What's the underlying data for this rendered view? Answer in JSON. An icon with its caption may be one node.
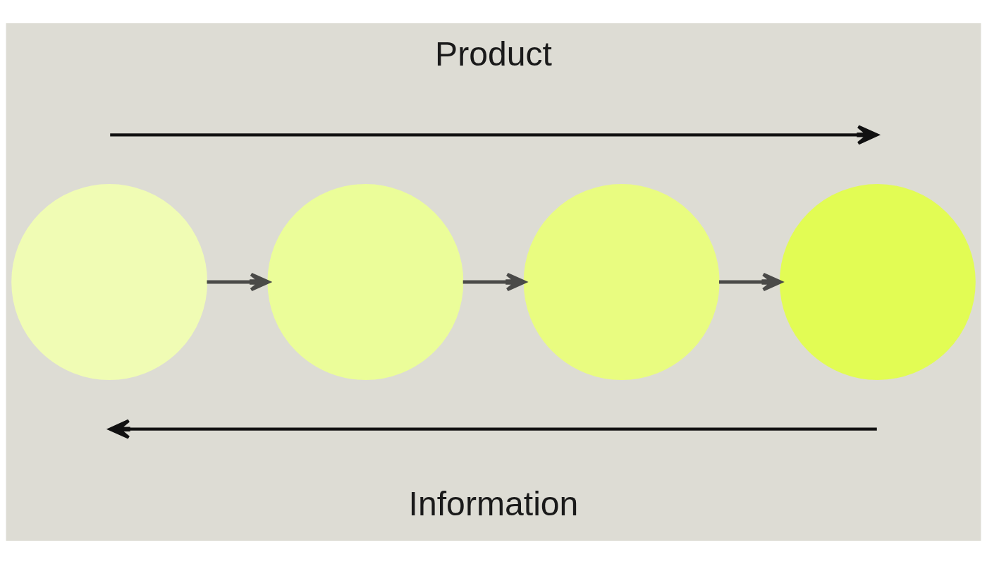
{
  "diagram": {
    "nodes": [
      {
        "text": [],
        "shape": "circle"
      },
      {
        "text": [],
        "shape": "circle"
      },
      {
        "text": [],
        "shape": "circle"
      },
      {
        "text": [],
        "shape": "circle"
      }
    ],
    "edges": [
      {
        "from": 0,
        "to": 1,
        "arrow": "to"
      },
      {
        "from": 1,
        "to": 2,
        "arrow": "to"
      },
      {
        "from": 2,
        "to": 3,
        "arrow": "to"
      }
    ],
    "labels": [
      "Product",
      "Information"
    ]
  }
}
